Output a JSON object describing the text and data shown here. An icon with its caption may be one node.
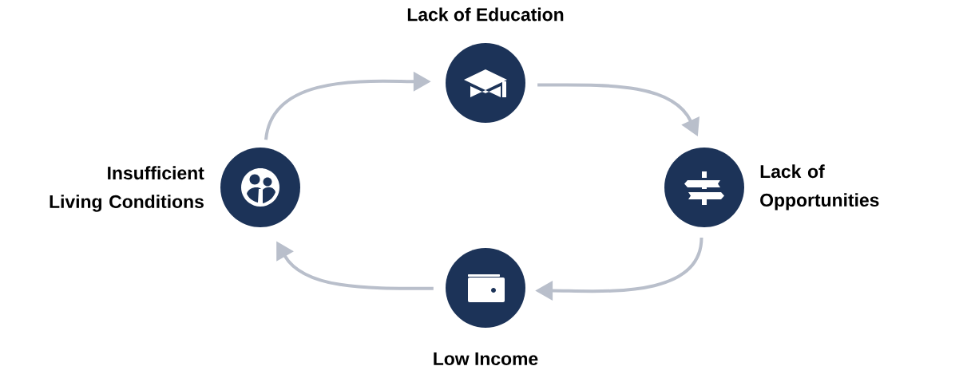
{
  "diagram": {
    "nodes": [
      {
        "text": [
          "Lack of Education"
        ]
      },
      {
        "text": [
          "Insufficient Living Conditions"
        ]
      },
      {
        "text": [
          "Lack of Opportunities"
        ]
      },
      {
        "text": [
          "Low Income"
        ]
      }
    ],
    "edges": [
      {
        "from": 1,
        "to": 0,
        "arrow": "to"
      },
      {
        "from": 0,
        "to": 2,
        "arrow": "to"
      },
      {
        "from": 2,
        "to": 3,
        "arrow": "to"
      },
      {
        "from": 3,
        "to": 1,
        "arrow": "to"
      }
    ]
  }
}
